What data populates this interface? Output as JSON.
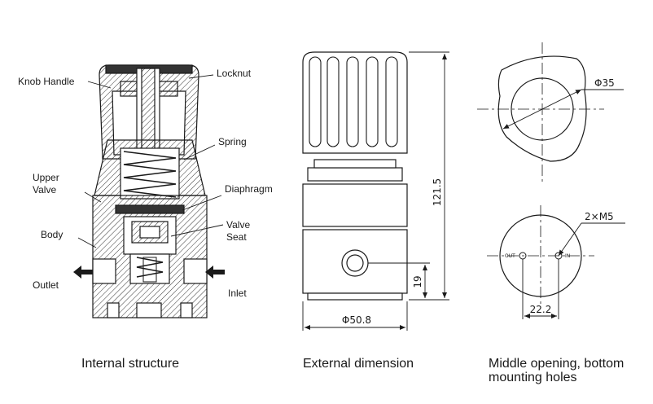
{
  "internal": {
    "labels": {
      "knob_handle": "Knob Handle",
      "locknut": "Locknut",
      "spring": "Spring",
      "upper": "Upper",
      "valve": "Valve",
      "diaphragm": "Diaphragm",
      "valve_seat_1": "Valve",
      "valve_seat_2": "Seat",
      "body": "Body",
      "outlet": "Outlet",
      "inlet": "Inlet"
    },
    "caption": "Internal structure"
  },
  "external": {
    "height_dim": "121.5",
    "port_dim": "19",
    "diameter_dim": "Φ50.8",
    "caption": "External dimension"
  },
  "holes": {
    "opening_dim": "Φ35",
    "mount_dim": "2×M5",
    "spacing_dim": "22.2",
    "out_label": "OUT",
    "in_label": "IN",
    "caption_line1": "Middle opening, bottom",
    "caption_line2": "mounting holes"
  }
}
